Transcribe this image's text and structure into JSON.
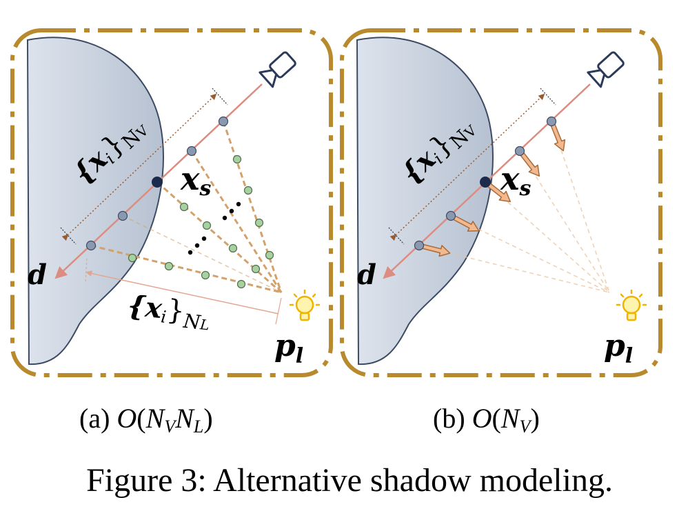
{
  "panels": [
    {
      "d_label": "d",
      "xs_label": "x",
      "xs_sub": "s",
      "pl_label": "p",
      "pl_sub": "l",
      "set_v_label": "{x",
      "set_v_i": "i",
      "set_v_close": "}",
      "set_v_sub": "N",
      "set_v_subsub": "V",
      "set_l_label": "{x",
      "set_l_i": "i",
      "set_l_close": "}",
      "set_l_sub": "N",
      "set_l_subsub": "L",
      "caption_prefix": "(a) ",
      "caption_O": "O",
      "caption_open": "(",
      "caption_N1": "N",
      "caption_N1_sub": "V",
      "caption_N2": "N",
      "caption_N2_sub": "L",
      "caption_close": ")"
    },
    {
      "d_label": "d",
      "xs_label": "x",
      "xs_sub": "s",
      "pl_label": "p",
      "pl_sub": "l",
      "set_v_label": "{x",
      "set_v_i": "i",
      "set_v_close": "}",
      "set_v_sub": "N",
      "set_v_subsub": "V",
      "caption_prefix": "(b) ",
      "caption_O": "O",
      "caption_open": "(",
      "caption_N1": "N",
      "caption_N1_sub": "V",
      "caption_close": ")"
    }
  ],
  "figure_caption": "Figure 3: Alternative shadow modeling.",
  "colors": {
    "frame": "#b8892d",
    "shape_fill": "#c9d2df",
    "shape_stroke": "#3c4b63",
    "view_ray": "#dc8c80",
    "sample_point": "#8a98b0",
    "surface_point": "#1c2a4c",
    "light_sample": "#a8d0a0",
    "shadow_ray": "#d4a16a",
    "arrow": "#e6aa84"
  },
  "icons": [
    "camera-icon",
    "light-bulb-icon"
  ]
}
